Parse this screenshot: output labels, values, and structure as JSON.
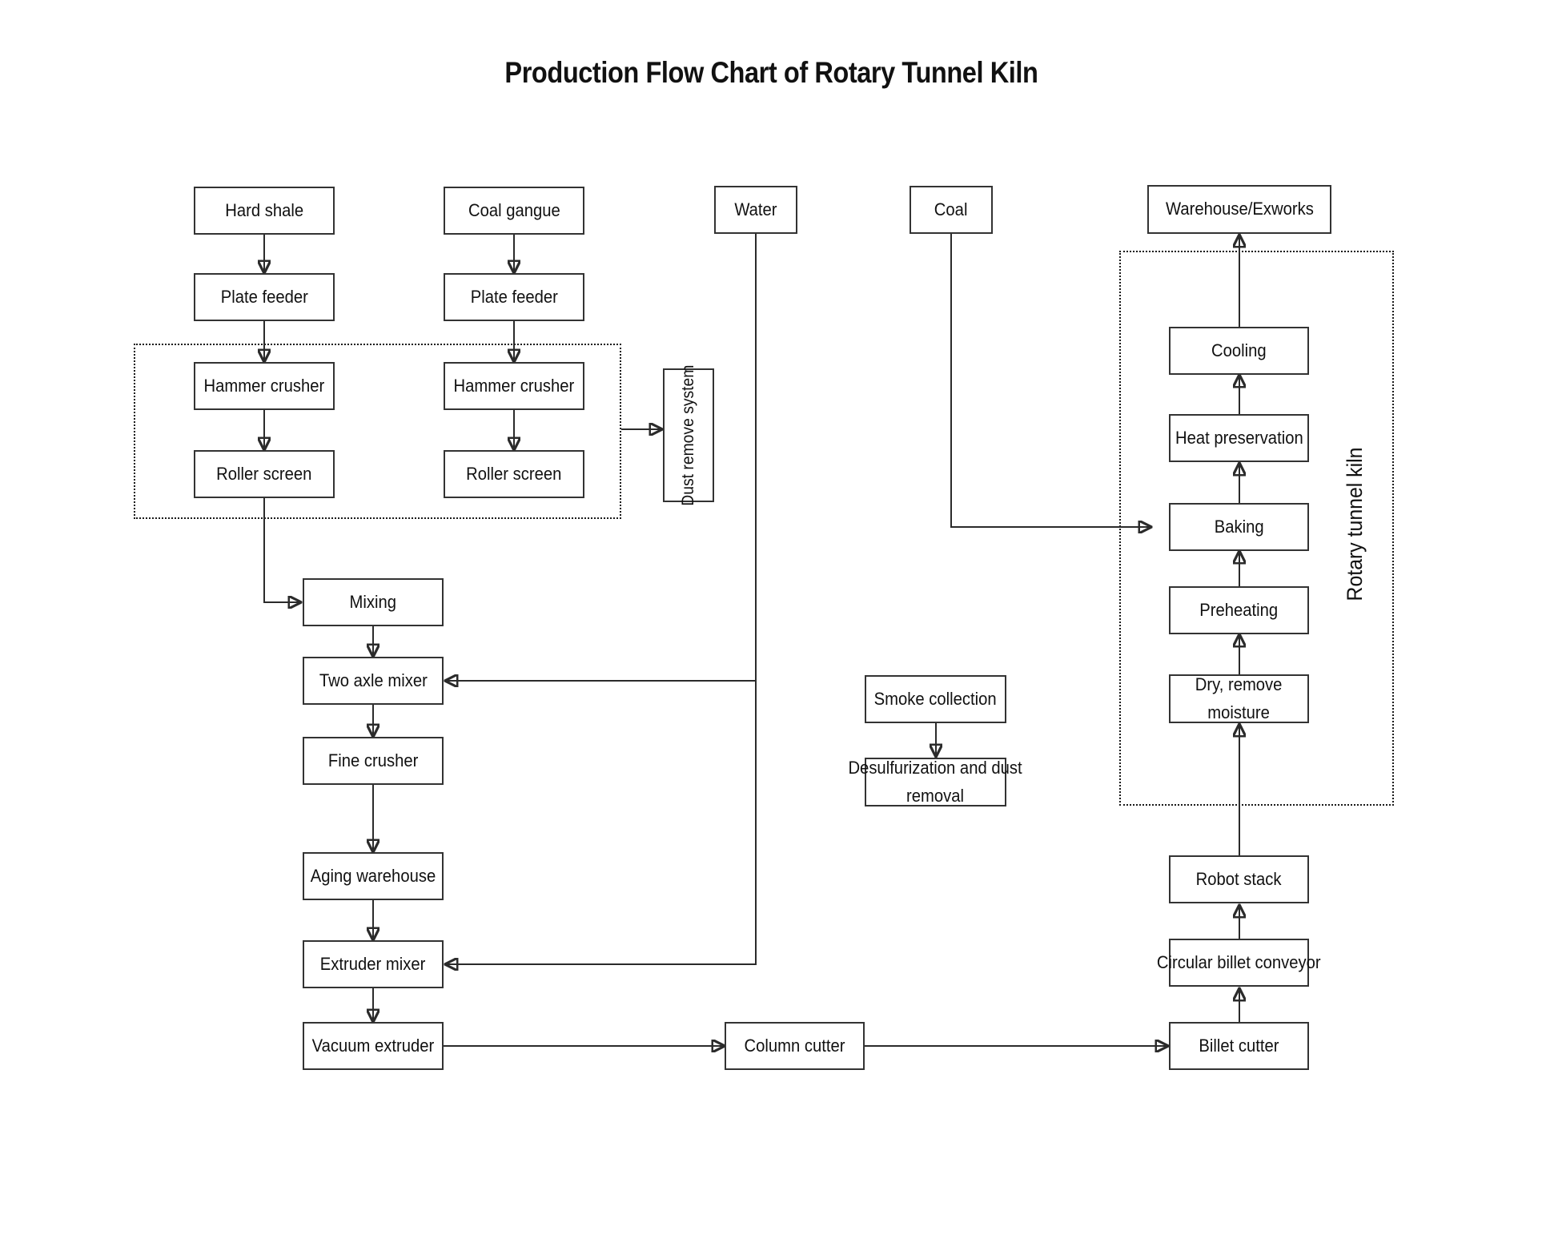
{
  "title": "Production Flow Chart of Rotary Tunnel Kiln",
  "nodes": {
    "hard_shale": "Hard shale",
    "plate_feeder_left": "Plate feeder",
    "hammer_crusher_left": "Hammer crusher",
    "roller_screen_left": "Roller screen",
    "coal_gangue": "Coal gangue",
    "plate_feeder_right": "Plate feeder",
    "hammer_crusher_right": "Hammer crusher",
    "roller_screen_right": "Roller screen",
    "dust_remove_system": "Dust remove system",
    "water": "Water",
    "coal": "Coal",
    "warehouse_exworks": "Warehouse/Exworks",
    "mixing": "Mixing",
    "two_axle_mixer": "Two axle mixer",
    "fine_crusher": "Fine crusher",
    "aging_warehouse": "Aging warehouse",
    "extruder_mixer": "Extruder mixer",
    "vacuum_extruder": "Vacuum extruder",
    "column_cutter": "Column cutter",
    "smoke_collection": "Smoke collection",
    "desulfurization": "Desulfurization and dust\nremoval",
    "cooling": "Cooling",
    "heat_preservation": "Heat preservation",
    "baking": "Baking",
    "preheating": "Preheating",
    "dry_remove_moisture": "Dry, remove\nmoisture",
    "robot_stack": "Robot stack",
    "circular_billet_conveyor": "Circular billet conveyor",
    "billet_cutter": "Billet cutter"
  },
  "groups": {
    "rotary_tunnel_kiln": "Rotary tunnel kiln"
  },
  "colors": {
    "background": "#ffffff",
    "line": "#2b2b2b",
    "box_border": "#333333",
    "text": "#111111"
  }
}
